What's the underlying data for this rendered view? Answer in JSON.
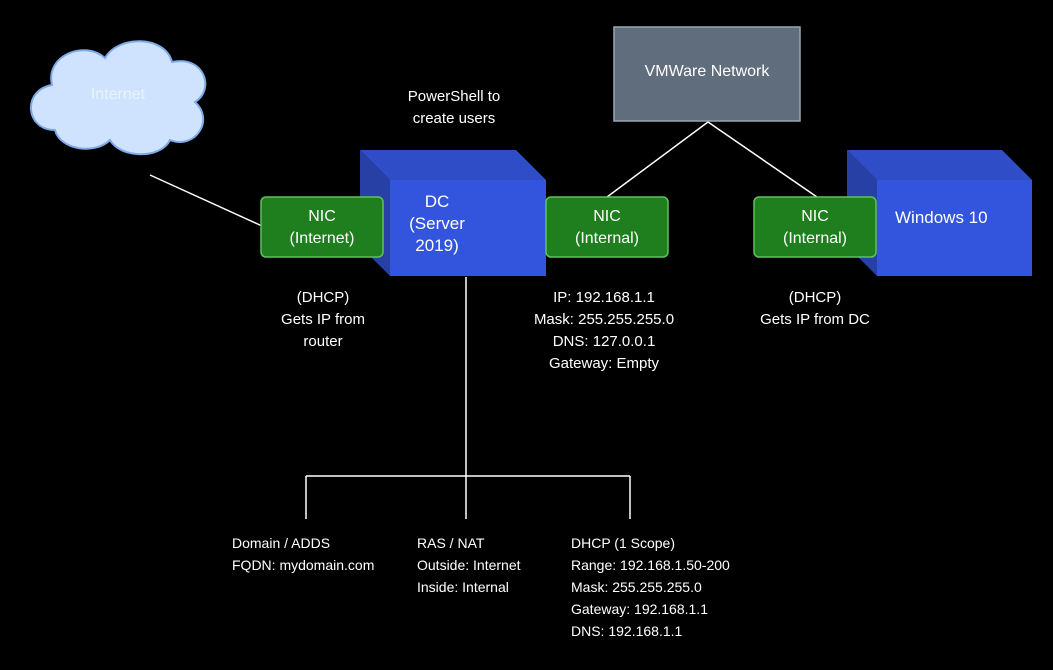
{
  "cloud": {
    "label": "Internet",
    "fill": "#cfe3ff",
    "stroke": "#7faae6"
  },
  "powershell_note": [
    "PowerShell to",
    "create users"
  ],
  "vmware": {
    "label": "VMWare Network",
    "fill": "#5f6d7c",
    "stroke": "#9aa7b5"
  },
  "dc": {
    "lines": [
      "DC",
      "(Server",
      "2019)"
    ],
    "fill": "#3355dd"
  },
  "windows10": {
    "label": "Windows 10",
    "fill": "#3355dd"
  },
  "nics": [
    {
      "id": "nic-internet",
      "lines": [
        "NIC",
        "(Internet)"
      ]
    },
    {
      "id": "nic-dc-internal",
      "lines": [
        "NIC",
        "(Internal)"
      ]
    },
    {
      "id": "nic-win-internal",
      "lines": [
        "NIC",
        "(Internal)"
      ]
    }
  ],
  "nic_colors": {
    "fill": "#1f7f1f",
    "stroke": "#5fc25f"
  },
  "nic_internet_note": [
    "(DHCP)",
    "Gets IP from",
    "router"
  ],
  "dc_internal_config": [
    "IP: 192.168.1.1",
    "Mask: 255.255.255.0",
    "DNS: 127.0.0.1",
    "Gateway: Empty"
  ],
  "win_nic_note": [
    "(DHCP)",
    "Gets IP from DC"
  ],
  "services": [
    {
      "id": "domain",
      "lines": [
        "Domain / ADDS",
        "FQDN: mydomain.com"
      ]
    },
    {
      "id": "ras",
      "lines": [
        "RAS / NAT",
        "Outside: Internet",
        "Inside: Internal"
      ]
    },
    {
      "id": "dhcp",
      "lines": [
        "DHCP (1 Scope)",
        "Range: 192.168.1.50-200",
        "Mask: 255.255.255.0",
        "Gateway: 192.168.1.1",
        "DNS: 192.168.1.1"
      ]
    }
  ],
  "line_color": "#ffffff"
}
